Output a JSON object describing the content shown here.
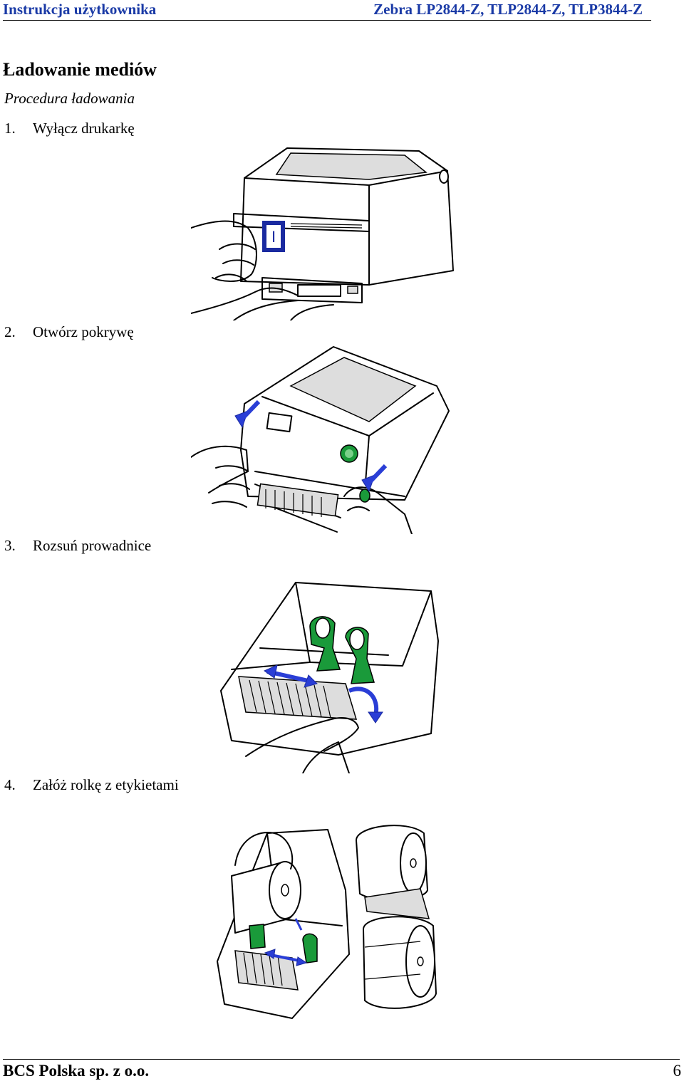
{
  "header": {
    "left": "Instrukcja użytkownika",
    "right": "Zebra LP2844-Z, TLP2844-Z, TLP3844-Z"
  },
  "section_title": "Ładowanie mediów",
  "subtitle": "Procedura ładowania",
  "steps": [
    {
      "number": "1.",
      "text": "Wyłącz drukarkę"
    },
    {
      "number": "2.",
      "text": "Otwórz pokrywę"
    },
    {
      "number": "3.",
      "text": "Rozsuń prowadnice"
    },
    {
      "number": "4.",
      "text": "Załóż rolkę z etykietami"
    }
  ],
  "power_switch_symbol": "I",
  "colors": {
    "header_blue": "#1a3aa6",
    "arrow_blue": "#2a3ed6",
    "holder_green": "#1a9a3a"
  },
  "footer": {
    "company": "BCS Polska sp. z o.o.",
    "page": "6"
  }
}
